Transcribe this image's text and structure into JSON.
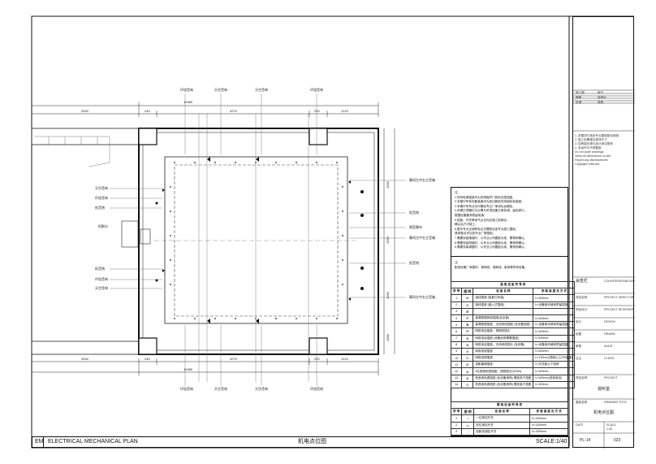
{
  "drawing": {
    "code": "EM",
    "title_en": "ELECTRICAL MECHANICAL PLAN",
    "title_cn": "机电点位图",
    "scale": "SCALE:1/40"
  },
  "dimensions": {
    "top_total": "10380",
    "top_segments": [
      "3940",
      "240",
      "4270",
      "220",
      "1210"
    ],
    "bottom_total": "10380",
    "bottom_segments": [
      "3940",
      "240",
      "4270",
      "220",
      "1210"
    ],
    "right_segments": [
      "1090",
      "1090",
      "1090",
      "1090"
    ]
  },
  "plan_labels": {
    "top": [
      "环绕音响",
      "天空音响",
      "天空音响",
      "环绕音响"
    ],
    "bottom": [
      "环绕音响",
      "天空音响",
      "天空音响",
      "环绕音响"
    ],
    "left": [
      "天空音响",
      "环绕音响",
      "低音炮",
      "投影仪",
      "低音炮",
      "环绕音响",
      "天空音响"
    ],
    "right": [
      "幕间左中右主音箱",
      "低音炮",
      "隔音幕布",
      "幕间左中右主音箱",
      "低音炮",
      "幕间左中右主音箱"
    ]
  },
  "notes": {
    "heading": "注:",
    "lines": [
      "1.所有电源插座均为安带保护门的安全型插座。",
      "2.本图中所有设备高度均为底边距地完成面标准高度。",
      "3.本图中所有点位均需经专业厂家深化后确定。",
      "4.本图中顶棚灯位点需与吊顶设备方案协调，留检修口，",
      "   根据设备要求预留电源。",
      "5.插座、开关等电气点位均应施工前核实，",
      "   确认后方可施工。",
      "6.图中专业空调机电点位需配合各专业施工图纸，",
      "   具体做法详见各专业厂家图纸。",
      "7.需要安装暗装时，以专业公司图纸为准，需得到确认。",
      "8.需要安装明装时，以专业公司图纸为准，需得到确认。",
      "9.需要安装调整时，以专业公司图纸为准，需得到确认。"
    ],
    "heading2": "注:",
    "line2": "影音设备厂商提供：音响线、视频线、影音等所有设备。"
  },
  "legend_strong": {
    "caption": "强 电 设 备 符 号 表",
    "headers": [
      "序 号",
      "图 例",
      "设 备 名 称",
      "安 装 高 度 及 方 式"
    ],
    "rows": [
      [
        "1",
        "⊕",
        "接线插座 (投影仪吊装)",
        "h=300mm"
      ],
      [
        "2",
        "⊖",
        "接线插座 (嵌入式插座)",
        "h=设备相邻墙体预留插座"
      ],
      [
        "3",
        "⊞",
        "",
        ""
      ],
      [
        "4",
        "⊡",
        "高清数据网络插座(含全部)",
        "h=400mm"
      ],
      [
        "5",
        "⊠",
        "高清数据插座，无线网络插座 (含设备插座)",
        "h=设备相邻墙体预留插座"
      ],
      [
        "6",
        "⊟",
        "网络电话插座，视频线插头",
        "h=400mm"
      ],
      [
        "7",
        "⊕",
        "网络电话插座 (设备检修需要插座)",
        "h=400mm"
      ],
      [
        "8",
        "⊗",
        "网络电话插座，无线网络插头 (含设备)",
        "h=设备相邻墙体预留插座"
      ],
      [
        "9",
        "⊘",
        "网络电视插座",
        "h=400mm"
      ],
      [
        "10",
        "⊙",
        "网络电视插座",
        "h=130mm(顶面以上200高度)"
      ],
      [
        "11",
        "⊚",
        "投影幕墙插座",
        "h=天花板以下检修"
      ],
      [
        "12",
        "⊛",
        "4位宽频电视插座，视频插头(HDMI)",
        "h=400mm"
      ],
      [
        "13",
        "⊜",
        "低音炮电源插座 (含设备音响) 需放低于插座",
        "h=300mm(低音炮边)"
      ],
      [
        "14",
        "⊝",
        "低音炮电源插座 (含设备音响) 需放高于插座",
        "h=300mm"
      ]
    ]
  },
  "legend_weak": {
    "caption": "弱 电 设 备 符 号 表",
    "headers": [
      "序 号",
      "图 例",
      "设 备 名 称",
      "安 装 高 度 及 方 式"
    ],
    "rows": [
      [
        "1",
        "•",
        "一位单控开关",
        "h=1300mm"
      ],
      [
        "2",
        "••",
        "双位单控开关",
        "h=1300mm"
      ],
      [
        "3",
        "◦",
        "投影机调控开关",
        "h=1300mm"
      ]
    ]
  },
  "title_block": {
    "top_lines": [
      "施工图",
      "电气",
      "照明",
      "给排水",
      "空调",
      "弱电"
    ],
    "notes_lines": [
      "1. 本图须与相关专业图纸配合使用",
      "2. 施工前需核实现场尺寸",
      "3. 如有疑问请与设计单位联系",
      "4. 未经许可不得复制",
      "Do not scale drawings",
      "Verify all dimensions on site",
      "Report any discrepancies",
      "Copyright reserved"
    ],
    "signature_label": "会签栏",
    "signature_label_en": "COUNTERSIGNATURE",
    "fields": [
      [
        "项目名称",
        "PROJECT DIRECTOR"
      ],
      [
        "项目设计",
        "PROJECT DESIGNER"
      ],
      [
        "设计",
        "DESIGN"
      ],
      [
        "绘图",
        "DRAWN"
      ],
      [
        "审核",
        "AUDIT"
      ],
      [
        "业主",
        "CLIENT"
      ]
    ],
    "project_label": "项目名称",
    "project_label_en": "PROJECT",
    "project_value": "视听室",
    "drawing_label": "图纸名称",
    "drawing_label_en": "DRAWING TITLE",
    "drawing_value": "机电点位图",
    "bottom_codes": [
      "DATE",
      "SCALE",
      "1:40"
    ],
    "sheet_no": "PL-14",
    "page_no": "023"
  }
}
